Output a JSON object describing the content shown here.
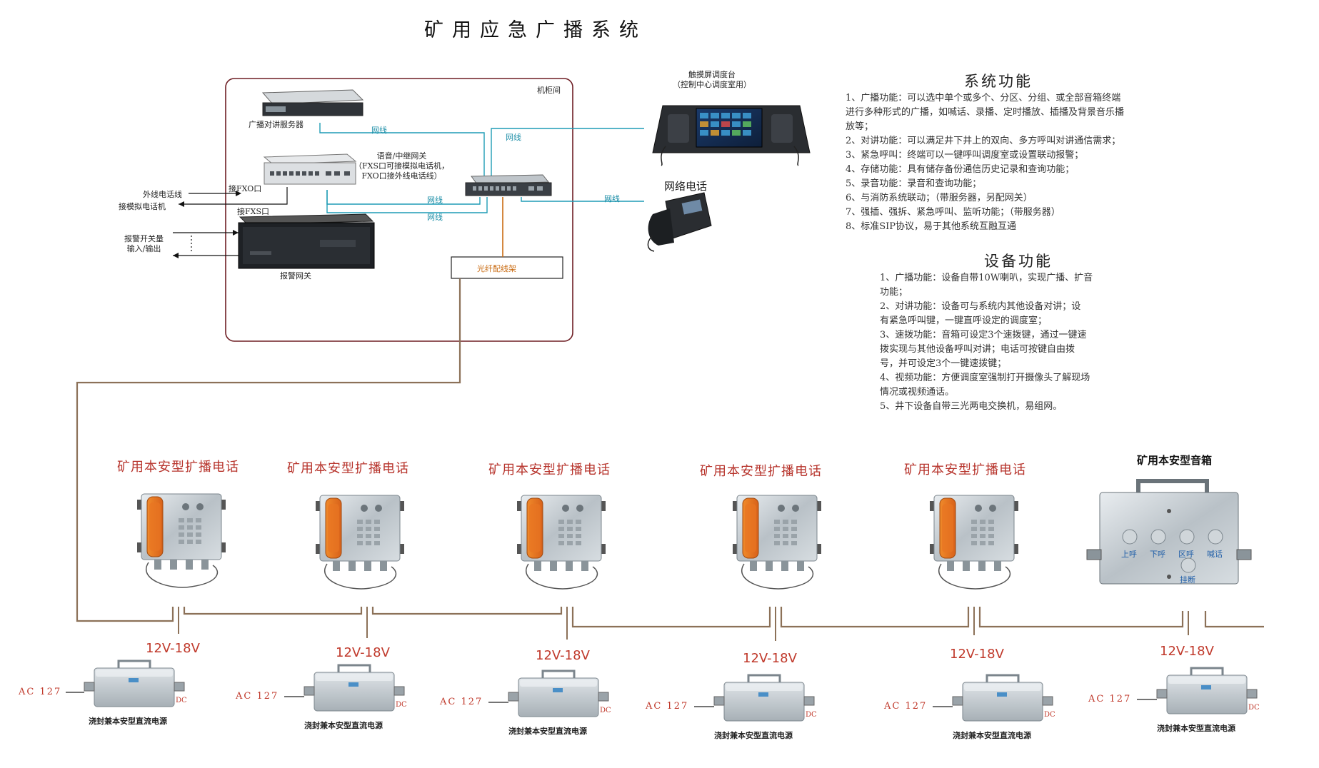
{
  "title": "矿用应急广播系统",
  "cabinet": {
    "label": "机柜间",
    "server_label": "广播对讲服务器",
    "gateway_label_lines": [
      "语音/中继网关",
      "（FXS口可接模拟电话机，",
      "FXO口接外线电话线）"
    ],
    "fxo_port": "接FXO口",
    "fxs_port": "接FXS口",
    "ext_line": "外线电话线",
    "analog_phone": "接模拟电话机",
    "alarm_io_lines": [
      "报警开关量",
      "输入/输出"
    ],
    "alarm_gateway_label": "报警网关",
    "fiber_frame": "光纤配线架",
    "net_labels": [
      "网线",
      "网线",
      "网线",
      "网线",
      "网线"
    ]
  },
  "console": {
    "label_lines": [
      "触摸屏调度台",
      "（控制中心调度室用）"
    ]
  },
  "network_phone": {
    "label": "网络电话"
  },
  "system_functions": {
    "title": "系统功能",
    "items": [
      "1、广播功能：可以选中单个或多个、分区、分组、或全部音箱终端",
      "进行多种形式的广播，如喊话、录播、定时播放、插播及背景音乐播",
      "放等；",
      "2、对讲功能：可以满足井下井上的双向、多方呼叫对讲通信需求；",
      "3、紧急呼叫：终端可以一键呼叫调度室或设置联动报警；",
      "4、存储功能：具有储存备份通信历史记录和查询功能；",
      "5、录音功能：录音和查询功能；",
      "6、与消防系统联动；（带服务器，另配网关）",
      "7、强插、强拆、紧急呼叫、监听功能；（带服务器）",
      "8、标准SIP协议，易于其他系统互融互通"
    ]
  },
  "device_functions": {
    "title": "设备功能",
    "items": [
      "1、广播功能：设备自带10W喇叭，实现广播、扩音",
      "功能；",
      "2、对讲功能：设备可与系统内其他设备对讲；设",
      "有紧急呼叫键，一键直呼设定的调度室；",
      "3、速拨功能：音箱可设定3个速拨键，通过一键速",
      "拨实现与其他设备呼叫对讲；电话可按键自由拨",
      "号，并可设定3个一键速拨键；",
      "4、视频功能：方便调度室强制打开摄像头了解现场",
      "情况或视频通话。",
      "5、井下设备自带三光两电交换机，易组网。"
    ]
  },
  "underground": {
    "phone_title": "矿用本安型扩播电话",
    "speaker_title": "矿用本安型音箱",
    "speaker_buttons": [
      "上呼",
      "下呼",
      "区呼",
      "喊话",
      "挂断"
    ],
    "voltage": "12V-18V",
    "ac_label": "AC  127",
    "dc_label": "DC",
    "psu_label": "浇封兼本安型直流电源"
  }
}
